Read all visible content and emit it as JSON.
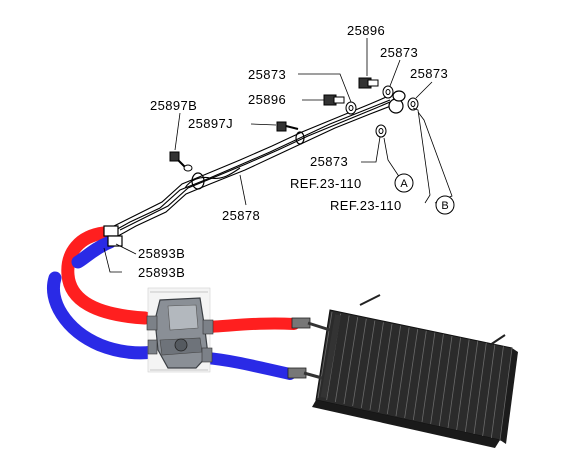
{
  "diagram": {
    "part_labels": {
      "p25896_top": "25896",
      "p25873_a": "25873",
      "p25873_b": "25873",
      "p25873_left": "25873",
      "p25896_mid": "25896",
      "p25897B": "25897B",
      "p25897J": "25897J",
      "p25873_low": "25873",
      "p25878": "25878",
      "p25893B_a": "25893B",
      "p25893B_b": "25893B"
    },
    "refs": {
      "ref_a_text": "REF.23-110",
      "ref_a_letter": "A",
      "ref_b_text": "REF.23-110",
      "ref_b_letter": "B"
    },
    "colors": {
      "hot_hose": "#ff1f1f",
      "cold_hose": "#2a2ae6",
      "lines": "#000000"
    }
  }
}
